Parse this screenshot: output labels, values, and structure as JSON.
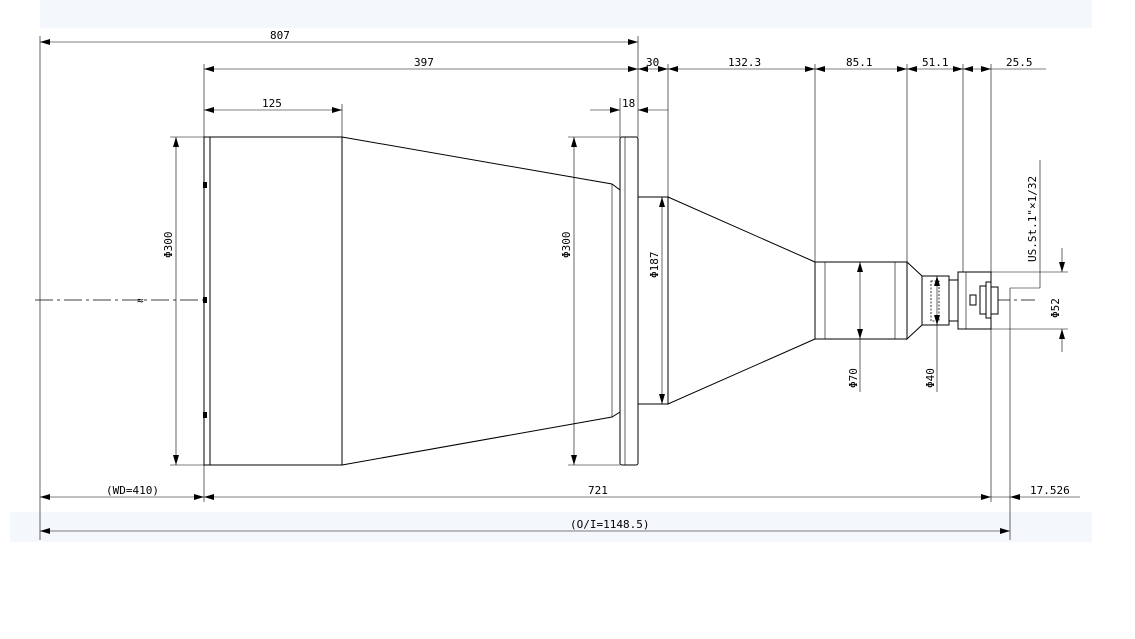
{
  "drawing": {
    "dimensions": {
      "overall_object_to_front": "807",
      "lens_to_flange": "397",
      "front_section": "125",
      "flange_thickness": "18",
      "flange_to_cone": "30",
      "cone_length": "132.3",
      "barrel_70": "85.1",
      "barrel_40": "51.1",
      "mount": "25.5",
      "working_distance": "(WD=410)",
      "lens_length": "721",
      "back_focal": "17.526",
      "object_to_image": "(O/I=1148.5)"
    },
    "diameters": {
      "front_d300": "Φ300",
      "flange_d300": "Φ300",
      "cone_d187": "Φ187",
      "barrel_d70": "Φ70",
      "barrel_d40": "Φ40",
      "mount_d52": "Φ52"
    },
    "thread": "US.St.1\"×1/32",
    "break_mark": "≈"
  }
}
